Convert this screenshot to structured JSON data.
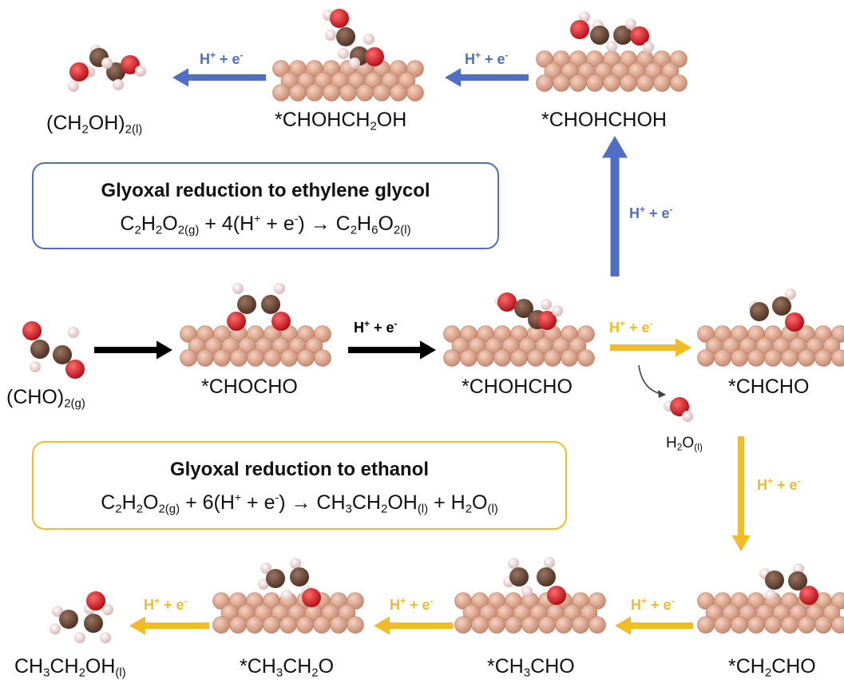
{
  "colors": {
    "blue": "#4e6fc4",
    "yellow": "#f2bd22",
    "black": "#000000",
    "carbon": "#6b4734",
    "oxygen": "#d8202a",
    "hydrogen": "#f2dada",
    "copper": "#e2a88e"
  },
  "step_label": {
    "h": "H",
    "plus": "+",
    "mid": " + e",
    "minus": "-"
  },
  "species": {
    "glyoxal_gas": {
      "a": "(CHO)",
      "b": "2(g)"
    },
    "chocho": {
      "a": "*CHOCHO"
    },
    "chohcho": {
      "a": "*CHOHCHO"
    },
    "chcho": {
      "a": "*CHCHO"
    },
    "water": {
      "a": "H",
      "b": "2",
      "c": "O",
      "d": "(l)"
    },
    "chohchoh": {
      "a": "*CHOHCHOH"
    },
    "chohch2oh": {
      "a": "*CHOHCH",
      "b": "2",
      "c": "OH"
    },
    "ethylene_glycol": {
      "a": "(CH",
      "b": "2",
      "c": "OH)",
      "d": "2(l)"
    },
    "ch2cho": {
      "a": "*CH",
      "b": "2",
      "c": "CHO"
    },
    "ch3cho": {
      "a": "*CH",
      "b": "3",
      "c": "CHO"
    },
    "ch3ch2o": {
      "a": "*CH",
      "b": "3",
      "c": "CH",
      "d": "2",
      "e": "O"
    },
    "ethanol": {
      "a": "CH",
      "b": "3",
      "c": "CH",
      "d": "2",
      "e": "OH",
      "f": "(l)"
    }
  },
  "box_glycol": {
    "title": "Glyoxal reduction to ethylene glycol",
    "eq": {
      "t1": "C",
      "s1": "2",
      "t2": "H",
      "s2": "2",
      "t3": "O",
      "s3": "2(g)",
      "t4": " + 4(H",
      "p1": "+",
      "t5": " + e",
      "m1": "-",
      "t6": ") → C",
      "s4": "2",
      "t7": "H",
      "s5": "6",
      "t8": "O",
      "s6": "2(l)"
    }
  },
  "box_ethanol": {
    "title": "Glyoxal reduction to ethanol",
    "eq": {
      "t1": "C",
      "s1": "2",
      "t2": "H",
      "s2": "2",
      "t3": "O",
      "s3": "2(g)",
      "t4": " + 6(H",
      "p1": "+",
      "t5": " + e",
      "m1": "-",
      "t6": ") → CH",
      "s4": "3",
      "t7": "CH",
      "s5": "2",
      "t8": "OH",
      "s6": "(l)",
      "t9": " + H",
      "s7": "2",
      "t10": "O",
      "s8": "(l)"
    }
  }
}
